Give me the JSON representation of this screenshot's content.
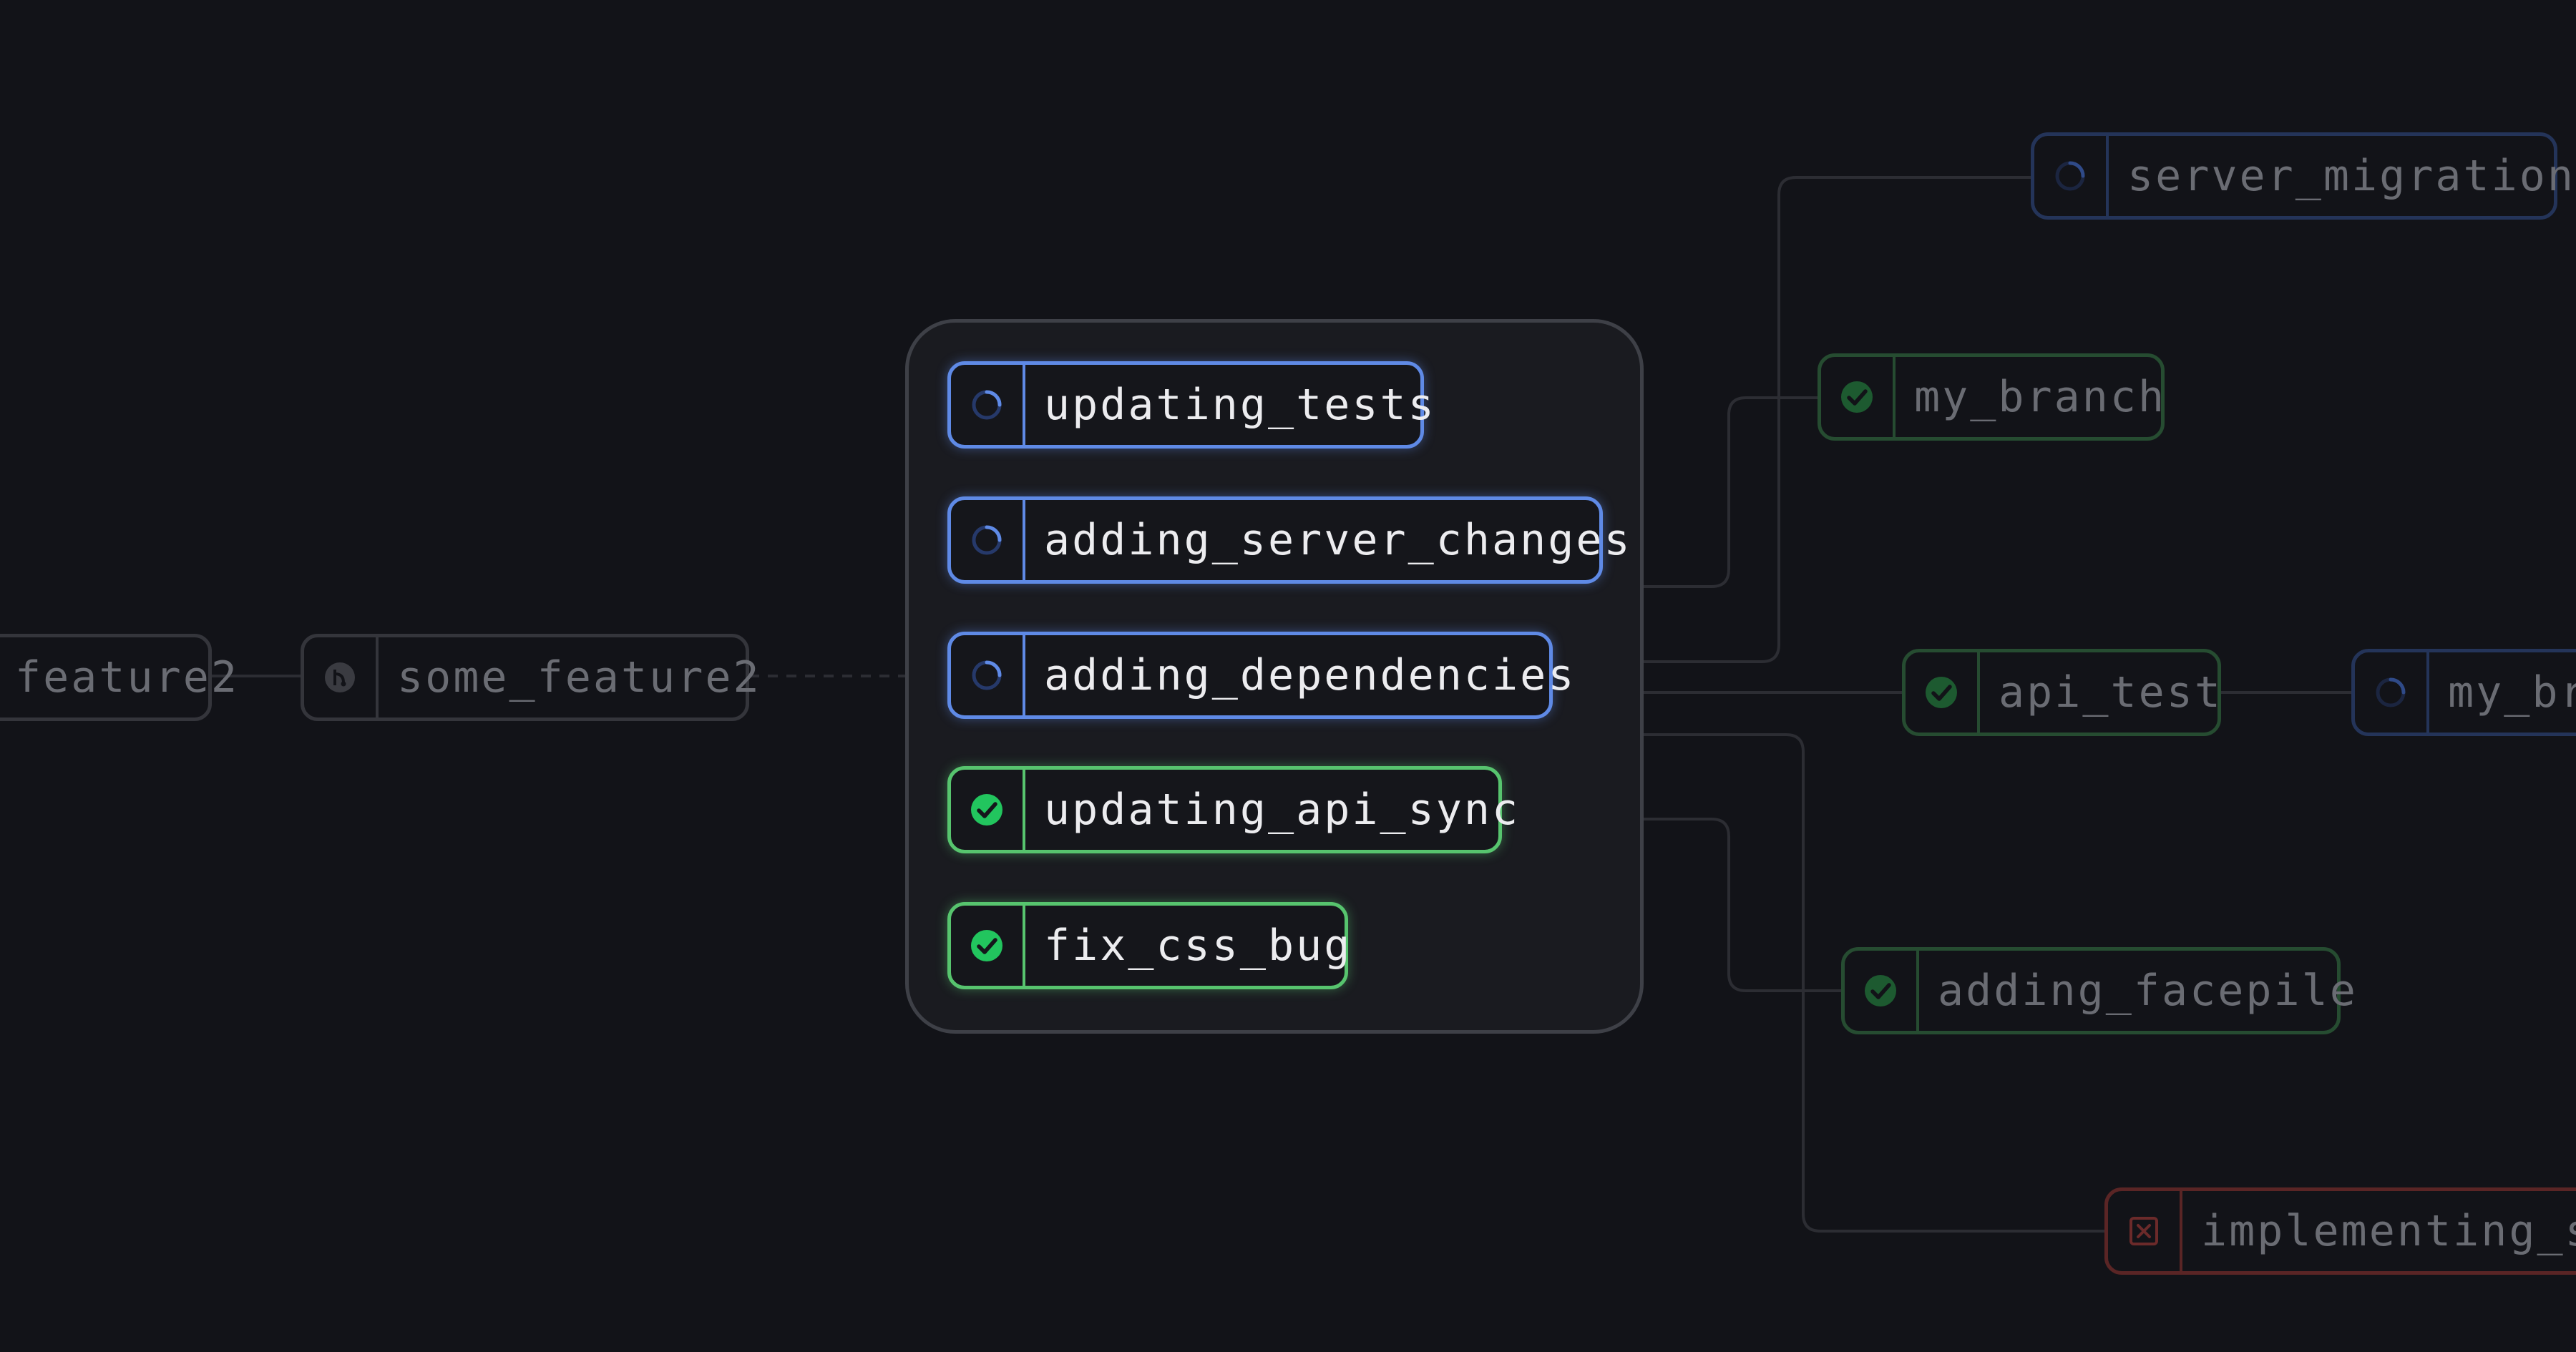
{
  "group": {
    "items": [
      {
        "label": "updating_tests",
        "status": "in-progress"
      },
      {
        "label": "adding_server_changes",
        "status": "in-progress"
      },
      {
        "label": "adding_dependencies",
        "status": "in-progress"
      },
      {
        "label": "updating_api_sync",
        "status": "success"
      },
      {
        "label": "fix_css_bug",
        "status": "success"
      }
    ]
  },
  "left_nodes": [
    {
      "label": "feature2",
      "status": "none"
    },
    {
      "label": "some_feature2",
      "status": "merged"
    }
  ],
  "right_nodes": [
    {
      "label": "server_migration",
      "status": "in-progress"
    },
    {
      "label": "my_branch",
      "status": "success"
    },
    {
      "label": "api_test",
      "status": "success"
    },
    {
      "label": "my_br",
      "status": "in-progress"
    },
    {
      "label": "adding_facepile",
      "status": "success"
    },
    {
      "label": "implementing_st",
      "status": "failed"
    }
  ],
  "colors": {
    "background": "#121318",
    "in_progress": "#5f8ae6",
    "success": "#22c55e",
    "failed": "#c03a3a",
    "connector": "#2c2d33"
  }
}
